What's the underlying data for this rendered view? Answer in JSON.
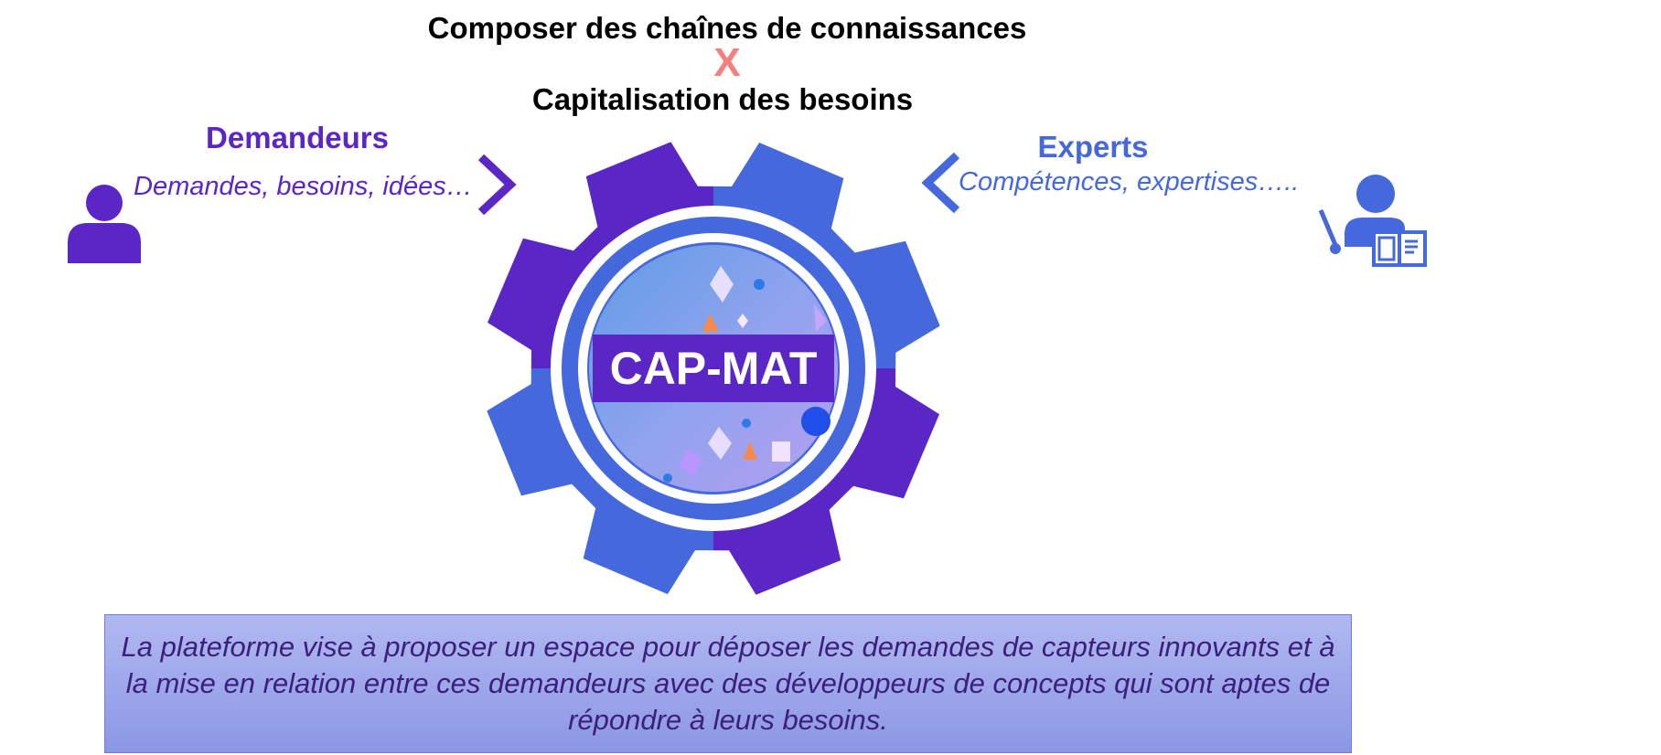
{
  "title_line1": "Composer des chaînes de connaissances",
  "title_separator": "X",
  "title_line2": "Capitalisation des besoins",
  "requesters": {
    "heading": "Demandeurs",
    "text": "Demandes, besoins, idées…",
    "icon": "person-icon",
    "color": "#5a26c5"
  },
  "experts": {
    "heading": "Experts",
    "text": "Compétences, expertises…..",
    "icon": "teacher-icon",
    "color": "#4568dc"
  },
  "center": {
    "label": "CAP-MAT",
    "icon": "gear-icon",
    "colors": [
      "#5a26c5",
      "#4568dc"
    ]
  },
  "description": "La plateforme vise à proposer un espace pour déposer les demandes de capteurs innovants et à la mise en relation entre ces demandeurs avec des développeurs de concepts qui sont aptes de répondre à leurs besoins."
}
